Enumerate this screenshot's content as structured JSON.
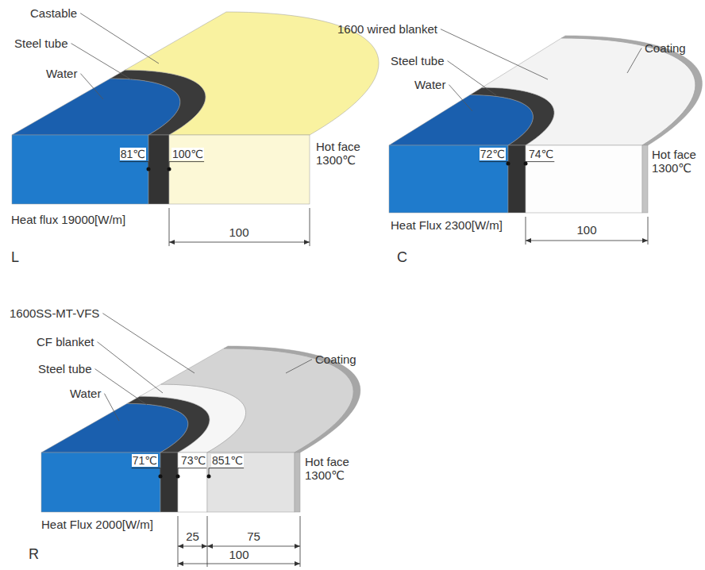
{
  "diagram": {
    "labels": [
      "Castable",
      "Steel tube",
      "Water",
      "81℃",
      "100℃",
      "Hot face 1300℃",
      "Heat flux 19000[W/m]",
      "100",
      "L",
      "1600 wired blanket",
      "Coating",
      "Steel tube",
      "Water",
      "72℃",
      "74℃",
      "Hot face 1300℃",
      "Heat Flux 2300[W/m]",
      "100",
      "C",
      "1600SS-MT-VFS",
      "CF blanket",
      "Steel tube",
      "Water",
      "Coating",
      "71℃",
      "73℃",
      "851℃",
      "Hot face 1300℃",
      "Heat Flux 2000[W/m]",
      "25",
      "75",
      "100",
      "R"
    ]
  }
}
